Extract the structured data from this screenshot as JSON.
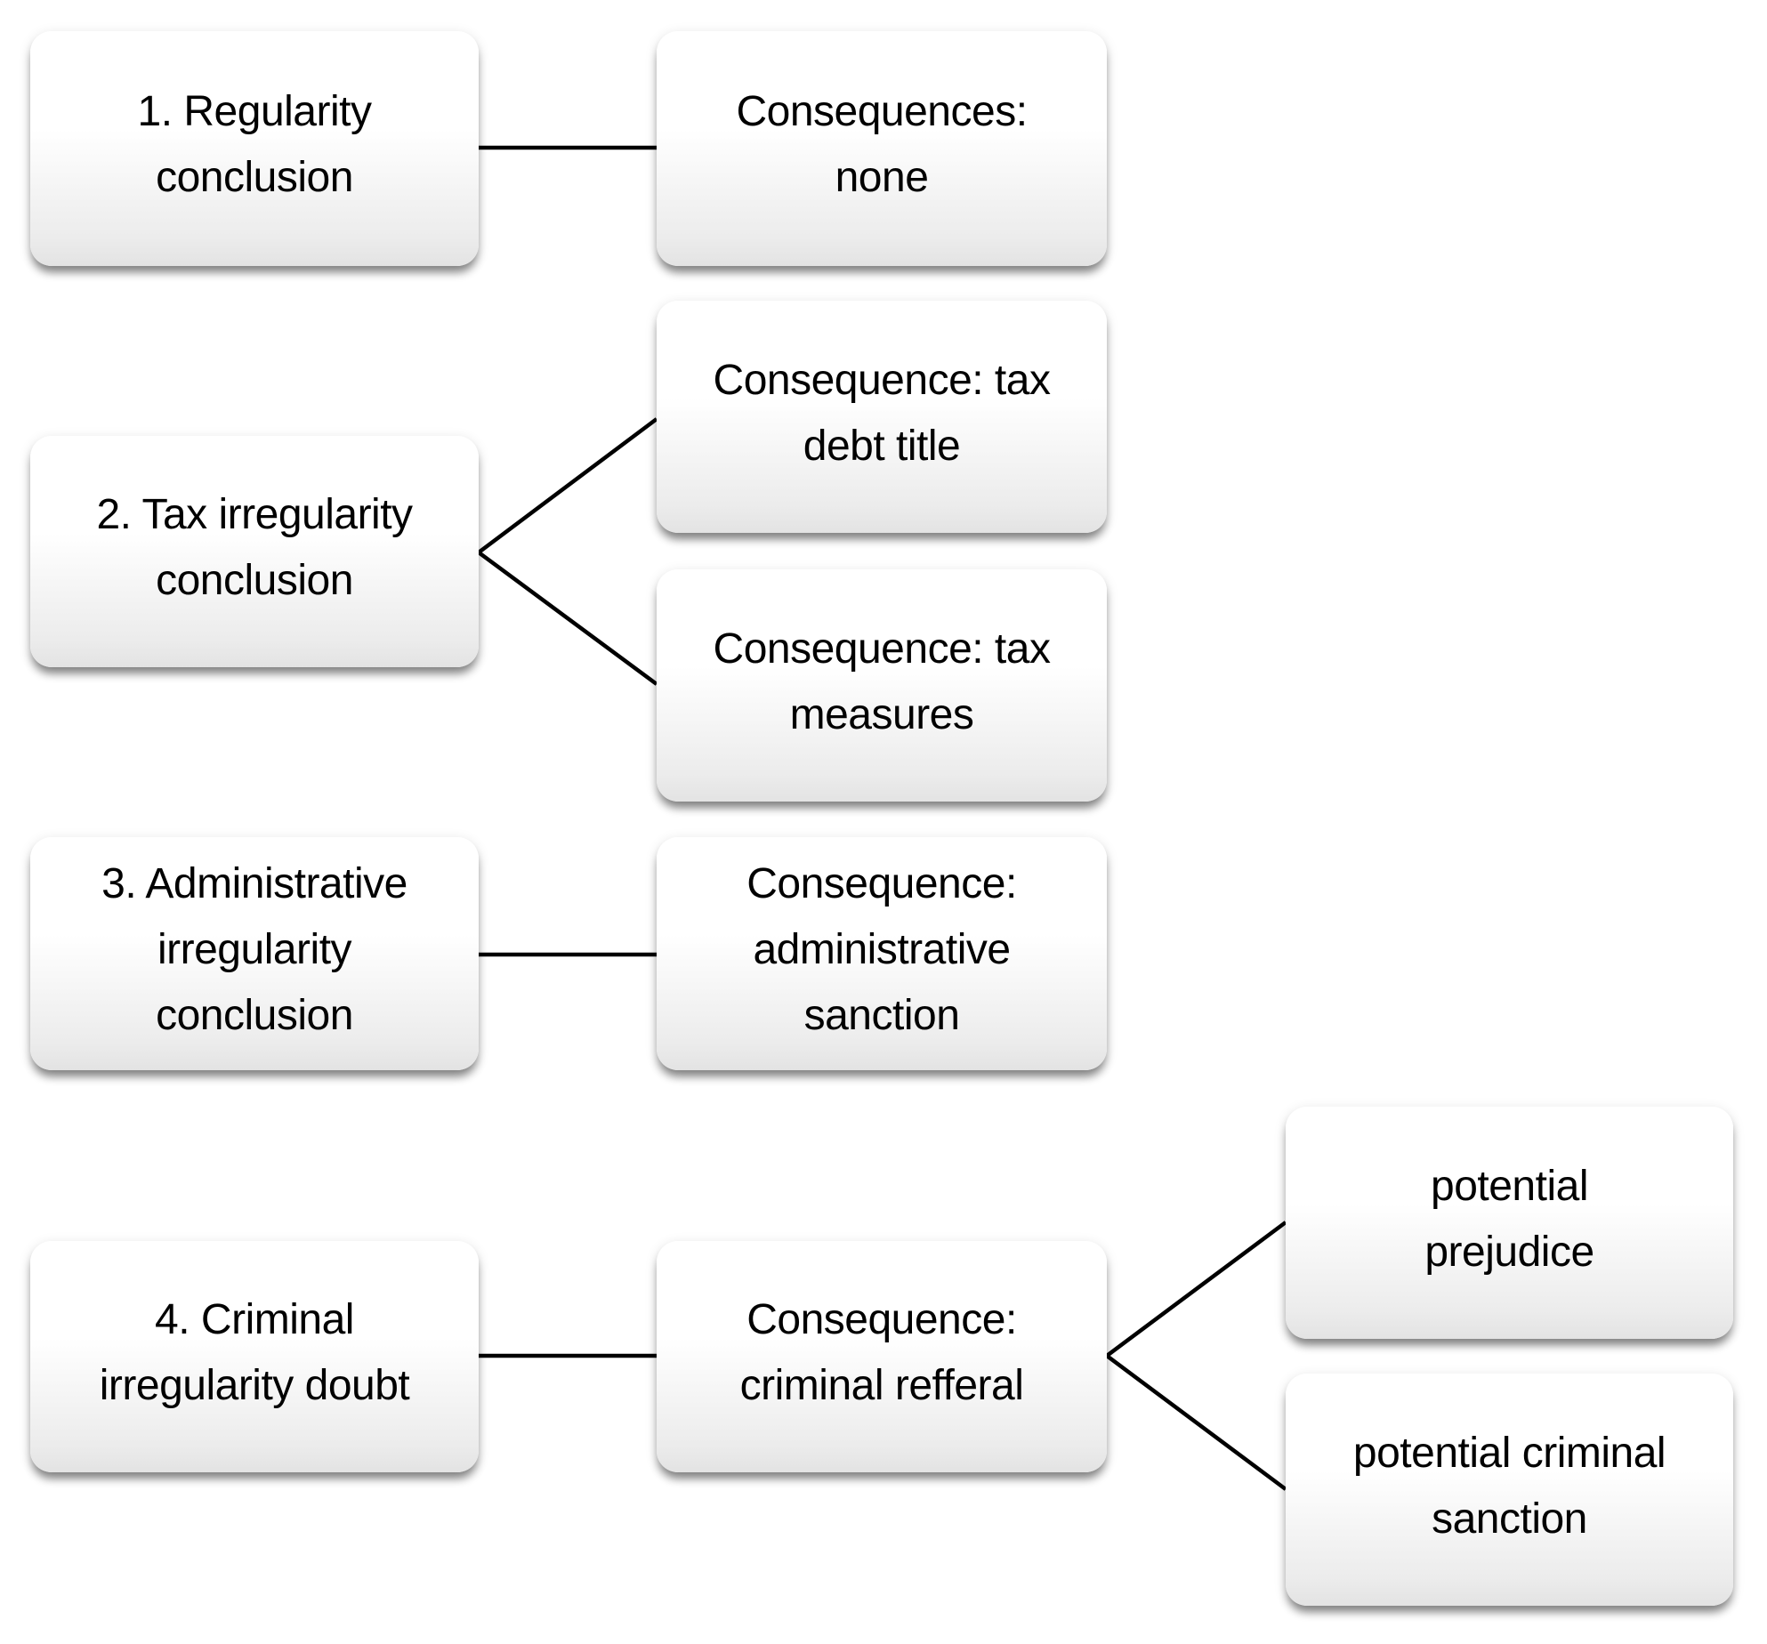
{
  "diagram": {
    "type": "flowchart",
    "colors": {
      "background": "#ffffff",
      "node_top": "#ffffff",
      "node_bottom": "#e3e3e3",
      "connector": "#000000",
      "text": "#000000"
    },
    "nodes": {
      "regularity_conclusion": {
        "label": "1. Regularity\nconclusion"
      },
      "consequences_none": {
        "label": "Consequences:\nnone"
      },
      "tax_irregularity_conclusion": {
        "label": "2. Tax irregularity\nconclusion"
      },
      "consequence_tax_debt_title": {
        "label": "Consequence: tax\ndebt title"
      },
      "consequence_tax_measures": {
        "label": "Consequence: tax\nmeasures"
      },
      "administrative_irregularity_conclusion": {
        "label": "3. Administrative\nirregularity\nconclusion"
      },
      "consequence_administrative_sanction": {
        "label": "Consequence:\nadministrative\nsanction"
      },
      "criminal_irregularity_doubt": {
        "label": "4. Criminal\nirregularity doubt"
      },
      "consequence_criminal_refferal": {
        "label": "Consequence:\ncriminal refferal"
      },
      "potential_prejudice": {
        "label": "potential\nprejudice"
      },
      "potential_criminal_sanction": {
        "label": "potential criminal\nsanction"
      }
    },
    "edges": [
      {
        "from": "regularity_conclusion",
        "to": "consequences_none"
      },
      {
        "from": "tax_irregularity_conclusion",
        "to": "consequence_tax_debt_title"
      },
      {
        "from": "tax_irregularity_conclusion",
        "to": "consequence_tax_measures"
      },
      {
        "from": "administrative_irregularity_conclusion",
        "to": "consequence_administrative_sanction"
      },
      {
        "from": "criminal_irregularity_doubt",
        "to": "consequence_criminal_refferal"
      },
      {
        "from": "consequence_criminal_refferal",
        "to": "potential_prejudice"
      },
      {
        "from": "consequence_criminal_refferal",
        "to": "potential_criminal_sanction"
      }
    ]
  }
}
